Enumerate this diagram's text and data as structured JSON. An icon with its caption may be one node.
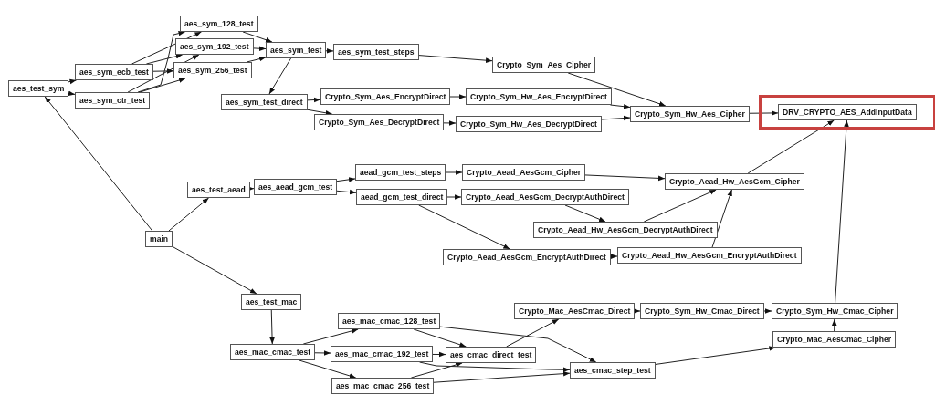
{
  "diagram": {
    "nodes": [
      {
        "text": [
          "main"
        ]
      },
      {
        "text": [
          "aes_test_sym"
        ]
      },
      {
        "text": [
          "aes_sym_ecb_test"
        ]
      },
      {
        "text": [
          "aes_sym_ctr_test"
        ]
      },
      {
        "text": [
          "aes_sym_128_test"
        ]
      },
      {
        "text": [
          "aes_sym_192_test"
        ]
      },
      {
        "text": [
          "aes_sym_256_test"
        ]
      },
      {
        "text": [
          "aes_sym_test"
        ]
      },
      {
        "text": [
          "aes_sym_test_steps"
        ]
      },
      {
        "text": [
          "aes_sym_test_direct"
        ]
      },
      {
        "text": [
          "Crypto_Sym_Aes_Cipher"
        ]
      },
      {
        "text": [
          "Crypto_Sym_Aes_EncryptDirect"
        ]
      },
      {
        "text": [
          "Crypto_Sym_Aes_DecryptDirect"
        ]
      },
      {
        "text": [
          "Crypto_Sym_Hw_Aes_EncryptDirect"
        ]
      },
      {
        "text": [
          "Crypto_Sym_Hw_Aes_DecryptDirect"
        ]
      },
      {
        "text": [
          "Crypto_Sym_Hw_Aes_Cipher"
        ]
      },
      {
        "text": [
          "DRV_CRYPTO_AES_AddInputData"
        ]
      },
      {
        "text": [
          "aes_test_aead"
        ]
      },
      {
        "text": [
          "aes_aead_gcm_test"
        ]
      },
      {
        "text": [
          "aead_gcm_test_steps"
        ]
      },
      {
        "text": [
          "aead_gcm_test_direct"
        ]
      },
      {
        "text": [
          "Crypto_Aead_AesGcm_Cipher"
        ]
      },
      {
        "text": [
          "Crypto_Aead_AesGcm_DecryptAuthDirect"
        ]
      },
      {
        "text": [
          "Crypto_Aead_Hw_AesGcm_Cipher"
        ]
      },
      {
        "text": [
          "Crypto_Aead_Hw_AesGcm_DecryptAuthDirect"
        ]
      },
      {
        "text": [
          "Crypto_Aead_AesGcm_EncryptAuthDirect"
        ]
      },
      {
        "text": [
          "Crypto_Aead_Hw_AesGcm_EncryptAuthDirect"
        ]
      },
      {
        "text": [
          "aes_test_mac"
        ]
      },
      {
        "text": [
          "aes_mac_cmac_test"
        ]
      },
      {
        "text": [
          "aes_mac_cmac_128_test"
        ]
      },
      {
        "text": [
          "aes_mac_cmac_192_test"
        ]
      },
      {
        "text": [
          "aes_mac_cmac_256_test"
        ]
      },
      {
        "text": [
          "aes_cmac_direct_test"
        ]
      },
      {
        "text": [
          "Crypto_Mac_AesCmac_Direct"
        ]
      },
      {
        "text": [
          "Crypto_Sym_Hw_Cmac_Direct"
        ]
      },
      {
        "text": [
          "Crypto_Sym_Hw_Cmac_Cipher"
        ]
      },
      {
        "text": [
          "Crypto_Mac_AesCmac_Cipher"
        ]
      },
      {
        "text": [
          "aes_cmac_step_test"
        ]
      }
    ],
    "edges": [
      {
        "from": 0,
        "to": 1,
        "arrow": "to"
      },
      {
        "from": 0,
        "to": 17,
        "arrow": "to"
      },
      {
        "from": 0,
        "to": 27,
        "arrow": "to"
      },
      {
        "from": 1,
        "to": 2,
        "arrow": "to"
      },
      {
        "from": 1,
        "to": 3,
        "arrow": "to"
      },
      {
        "from": 2,
        "to": 4,
        "arrow": "to"
      },
      {
        "from": 2,
        "to": 5,
        "arrow": "to"
      },
      {
        "from": 2,
        "to": 6,
        "arrow": "to"
      },
      {
        "from": 3,
        "to": 4,
        "arrow": "to"
      },
      {
        "from": 3,
        "to": 5,
        "arrow": "to"
      },
      {
        "from": 3,
        "to": 6,
        "arrow": "to"
      },
      {
        "from": 4,
        "to": 7,
        "arrow": "to"
      },
      {
        "from": 5,
        "to": 7,
        "arrow": "to"
      },
      {
        "from": 6,
        "to": 7,
        "arrow": "to"
      },
      {
        "from": 7,
        "to": 8,
        "arrow": "to"
      },
      {
        "from": 7,
        "to": 9,
        "arrow": "to"
      },
      {
        "from": 8,
        "to": 10,
        "arrow": "to"
      },
      {
        "from": 9,
        "to": 11,
        "arrow": "to"
      },
      {
        "from": 9,
        "to": 12,
        "arrow": "to"
      },
      {
        "from": 11,
        "to": 13,
        "arrow": "to"
      },
      {
        "from": 12,
        "to": 14,
        "arrow": "to"
      },
      {
        "from": 10,
        "to": 15,
        "arrow": "to"
      },
      {
        "from": 13,
        "to": 15,
        "arrow": "to"
      },
      {
        "from": 14,
        "to": 15,
        "arrow": "to"
      },
      {
        "from": 15,
        "to": 16,
        "arrow": "to"
      },
      {
        "from": 17,
        "to": 18,
        "arrow": "to"
      },
      {
        "from": 18,
        "to": 19,
        "arrow": "to"
      },
      {
        "from": 18,
        "to": 20,
        "arrow": "to"
      },
      {
        "from": 19,
        "to": 21,
        "arrow": "to"
      },
      {
        "from": 20,
        "to": 22,
        "arrow": "to"
      },
      {
        "from": 20,
        "to": 25,
        "arrow": "to"
      },
      {
        "from": 21,
        "to": 23,
        "arrow": "to"
      },
      {
        "from": 22,
        "to": 24,
        "arrow": "to"
      },
      {
        "from": 24,
        "to": 23,
        "arrow": "to"
      },
      {
        "from": 25,
        "to": 26,
        "arrow": "to"
      },
      {
        "from": 26,
        "to": 23,
        "arrow": "to"
      },
      {
        "from": 23,
        "to": 16,
        "arrow": "to"
      },
      {
        "from": 27,
        "to": 28,
        "arrow": "to"
      },
      {
        "from": 28,
        "to": 29,
        "arrow": "to"
      },
      {
        "from": 28,
        "to": 30,
        "arrow": "to"
      },
      {
        "from": 28,
        "to": 31,
        "arrow": "to"
      },
      {
        "from": 29,
        "to": 32,
        "arrow": "to"
      },
      {
        "from": 29,
        "to": 37,
        "arrow": "to"
      },
      {
        "from": 30,
        "to": 32,
        "arrow": "to"
      },
      {
        "from": 30,
        "to": 37,
        "arrow": "to"
      },
      {
        "from": 31,
        "to": 32,
        "arrow": "to"
      },
      {
        "from": 31,
        "to": 37,
        "arrow": "to"
      },
      {
        "from": 32,
        "to": 33,
        "arrow": "to"
      },
      {
        "from": 33,
        "to": 34,
        "arrow": "to"
      },
      {
        "from": 34,
        "to": 35,
        "arrow": "to"
      },
      {
        "from": 36,
        "to": 35,
        "arrow": "to"
      },
      {
        "from": 37,
        "to": 36,
        "arrow": "to"
      },
      {
        "from": 35,
        "to": 16,
        "arrow": "to"
      }
    ]
  }
}
